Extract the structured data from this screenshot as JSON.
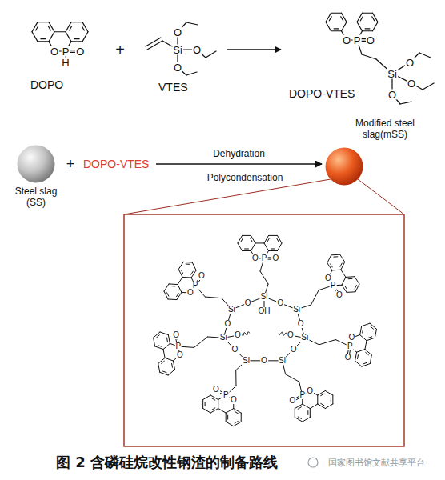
{
  "diagram": {
    "caption": "图 2 含磷硅烷改性钢渣的制备路线",
    "nodes": [
      {
        "text": [
          "DOPO"
        ]
      },
      {
        "text": [
          "VTES"
        ]
      },
      {
        "text": [
          "DOPO-VTES"
        ]
      },
      {
        "text": [
          "Steel slag (SS)"
        ]
      },
      {
        "text": [
          "DOPO-VTES"
        ]
      },
      {
        "text": [
          "Modified steel slag(mSS)"
        ]
      }
    ],
    "edges": [
      {
        "from": 1,
        "to": 2,
        "arrow": "to"
      },
      {
        "from": 4,
        "to": 5,
        "label": "Dehydration",
        "arrow": "to"
      }
    ],
    "labels": [
      "O",
      "P",
      "O",
      "H",
      "+",
      "Si",
      "O",
      "O",
      "O",
      "O",
      "P",
      "O",
      "Si",
      "O",
      "O",
      "O",
      "+",
      "Polycondensation",
      "Si",
      "O",
      "O",
      "P",
      "O",
      "Si",
      "O",
      "O",
      "P",
      "O",
      "Si",
      "O",
      "O",
      "P",
      "O",
      "Si",
      "O",
      "O",
      "P",
      "O",
      "Si",
      "O",
      "O",
      "P",
      "O",
      "Si",
      "O",
      "O",
      "P",
      "O",
      "Si",
      "O",
      "O",
      "P",
      "O",
      "OH",
      "O",
      "O",
      "国家图书馆文献共享平台"
    ]
  }
}
